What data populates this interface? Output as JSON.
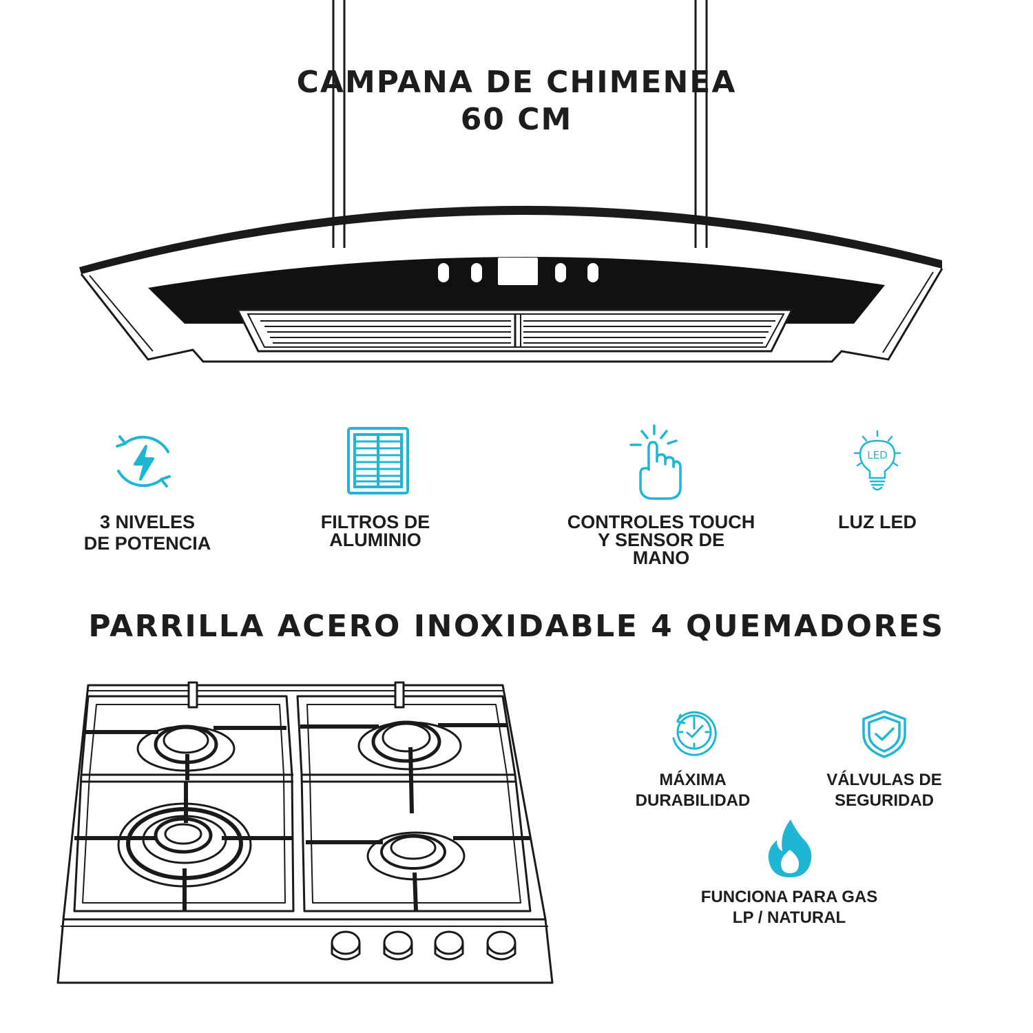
{
  "hood": {
    "title_line1": "CAMPANA DE CHIMENEA",
    "title_line2": "60 CM"
  },
  "hood_features": [
    {
      "icon": "power-levels-icon",
      "line1": "3 NIVELES",
      "line2": "DE POTENCIA",
      "line3": ""
    },
    {
      "icon": "aluminum-filter-icon",
      "line1": "FILTROS DE",
      "line2": "ALUMINIO",
      "line3": ""
    },
    {
      "icon": "touch-hand-icon",
      "line1": "CONTROLES TOUCH",
      "line2": "Y SENSOR DE",
      "line3": "MANO"
    },
    {
      "icon": "led-bulb-icon",
      "line1": "LUZ LED",
      "line2": "",
      "line3": "",
      "icon_text": "LED"
    }
  ],
  "cooktop": {
    "title": "PARRILLA ACERO INOXIDABLE 4 QUEMADORES"
  },
  "cooktop_features": [
    {
      "icon": "durability-clock-icon",
      "line1": "MÁXIMA",
      "line2": "DURABILIDAD"
    },
    {
      "icon": "safety-shield-icon",
      "line1": "VÁLVULAS DE",
      "line2": "SEGURIDAD"
    },
    {
      "icon": "gas-flame-icon",
      "line1": "FUNCIONA PARA GAS",
      "line2": "LP / NATURAL"
    }
  ],
  "colors": {
    "text": "#1d1d1d",
    "accent": "#1fb6d5",
    "line": "#1a1a1a"
  }
}
